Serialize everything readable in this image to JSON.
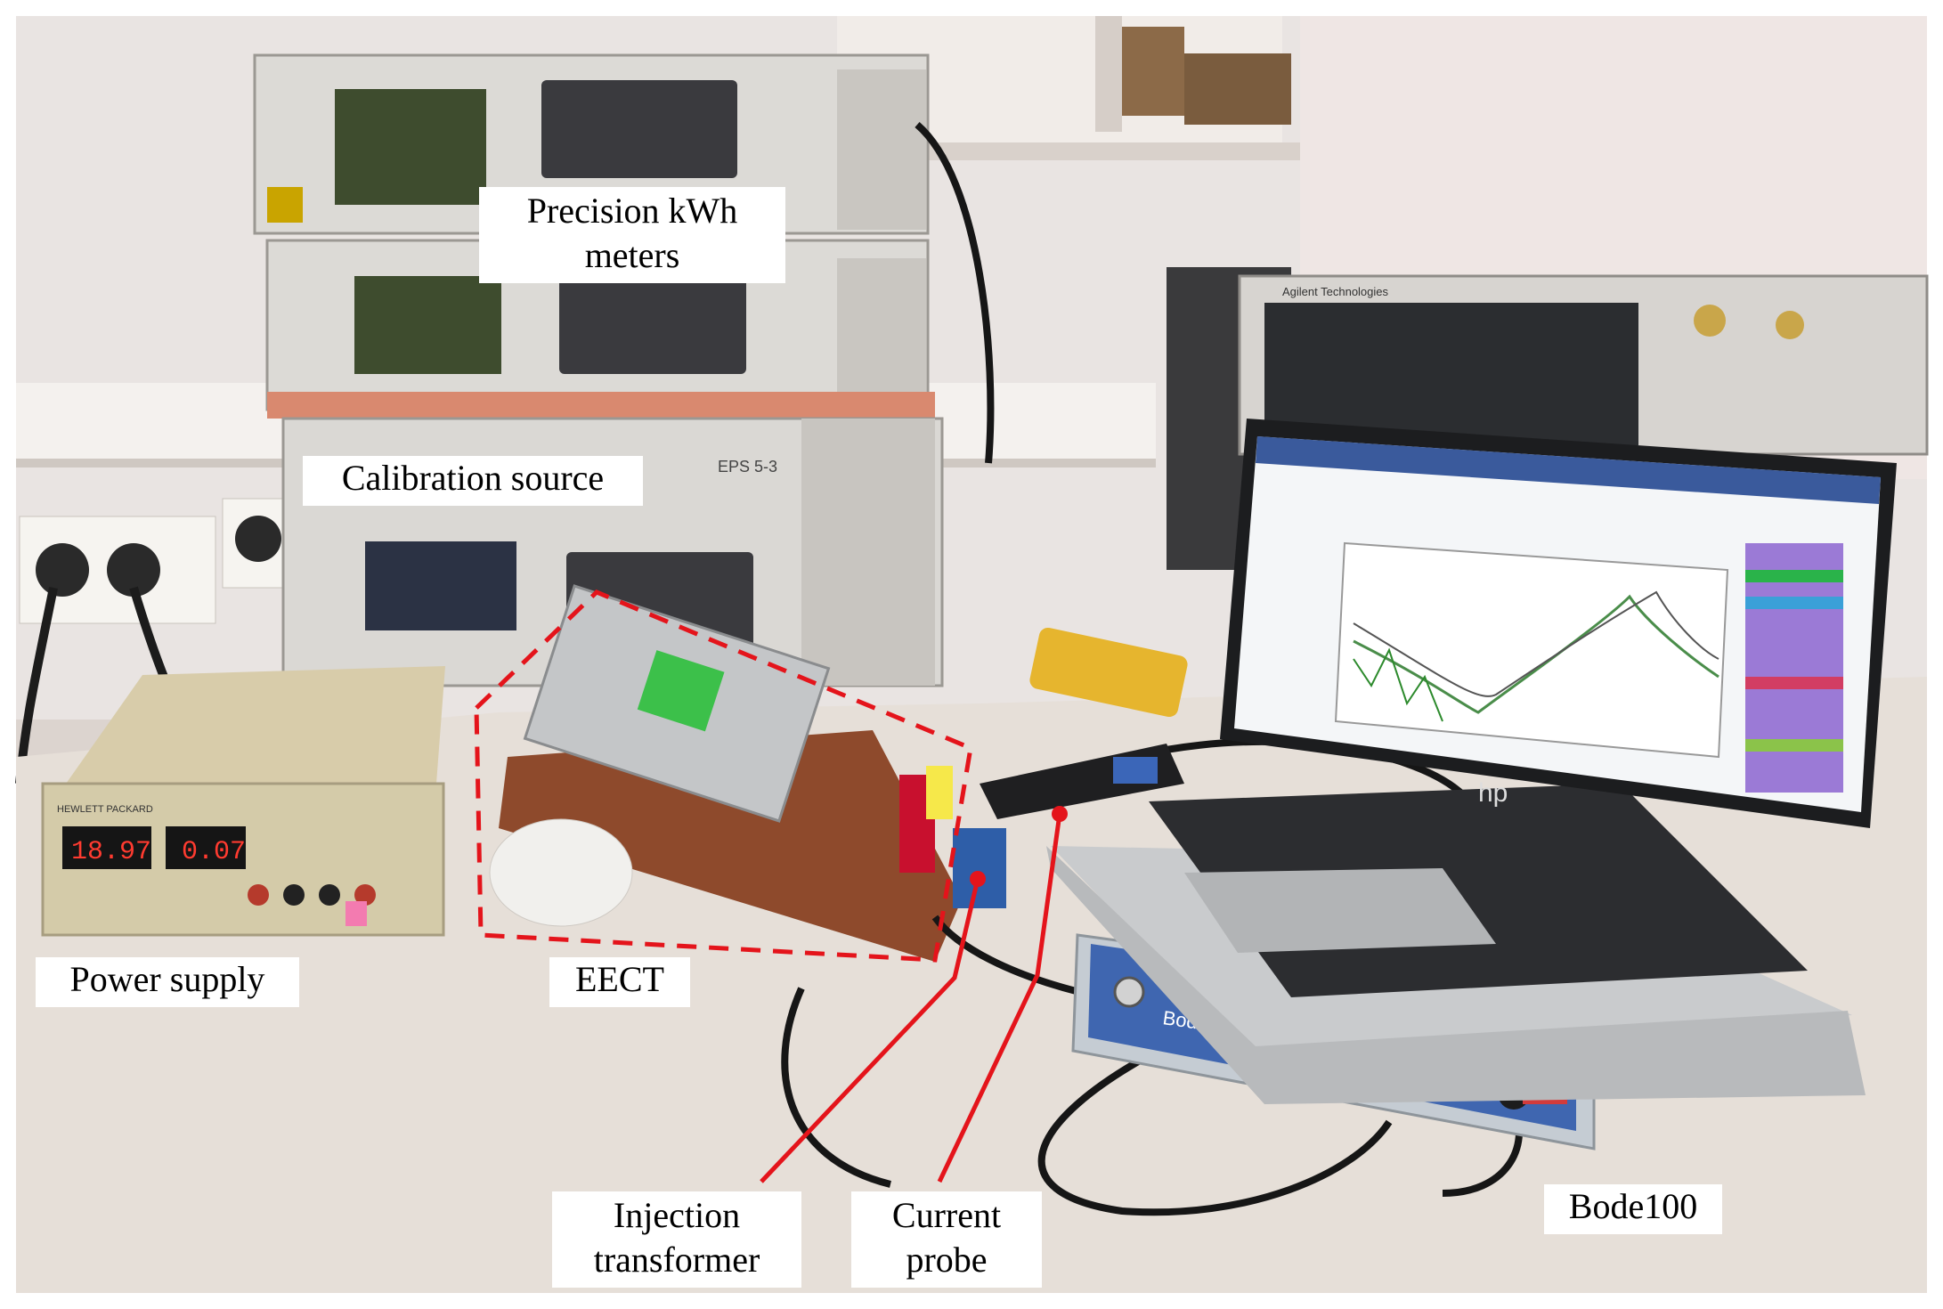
{
  "labels": {
    "precision": "Precision kWh\nmeters",
    "calibration": "Calibration source",
    "power_supply": "Power supply",
    "eect": "EECT",
    "injection": "Injection\ntransformer",
    "current_probe": "Current\nprobe",
    "bode": "Bode100"
  },
  "device_text": {
    "psu_voltage": "18.97",
    "psu_current": "0.07",
    "psu_brand": "HEWLETT PACKARD",
    "eps_model": "EPS 5-3",
    "bode_model": "Bode 100",
    "scope_brand": "Agilent Technologies",
    "laptop_logo": "hp"
  },
  "colors": {
    "annotation_red": "#e4141b",
    "wall": "#e9e4e2",
    "desk": "#e6dfd8"
  }
}
